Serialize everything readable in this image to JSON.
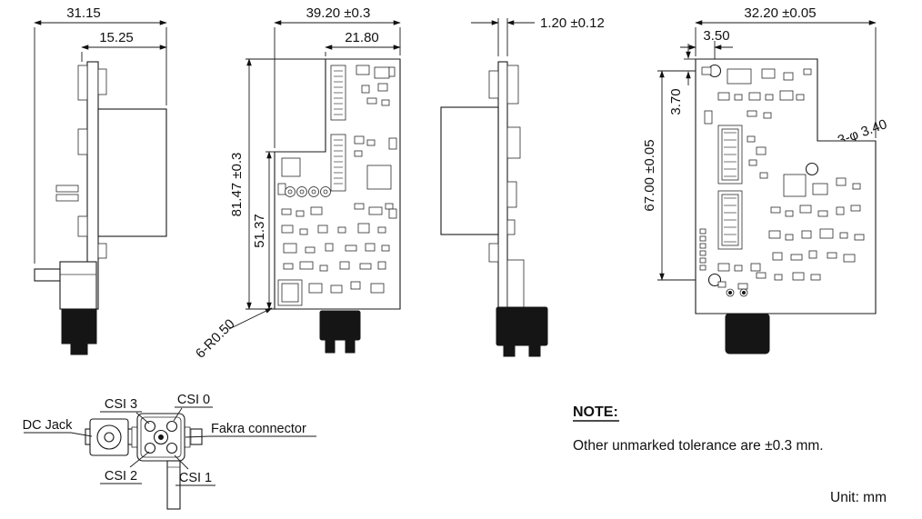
{
  "colors": {
    "line": "#1a1a1a",
    "background": "#ffffff"
  },
  "drawing": {
    "view_side_a": {
      "dim_total_width": "31.15",
      "dim_inner_width": "15.25"
    },
    "view_front": {
      "dim_total_width": "39.20 ±0.3",
      "dim_inner_width": "21.80",
      "dim_total_height": "81.47 ±0.3",
      "dim_inner_height": "51.37",
      "corner_radius_label": "6-R0.50"
    },
    "view_side_b": {
      "dim_thickness": "1.20 ±0.12"
    },
    "view_back": {
      "dim_total_width": "32.20 ±0.05",
      "dim_hole_offset_x": "3.50",
      "dim_hole_offset_y": "3.70",
      "dim_hole_spacing": "67.00 ±0.05",
      "hole_diameter_label": "3-φ 3.40"
    },
    "view_bottom": {
      "label_csi3": "CSI 3",
      "label_csi0": "CSI 0",
      "label_dc_jack": "DC Jack",
      "label_fakra": "Fakra connector",
      "label_csi2": "CSI 2",
      "label_csi1": "CSI 1"
    }
  },
  "note": {
    "title": "NOTE:",
    "body": "Other unmarked tolerance are ±0.3 mm.",
    "unit": "Unit: mm"
  }
}
